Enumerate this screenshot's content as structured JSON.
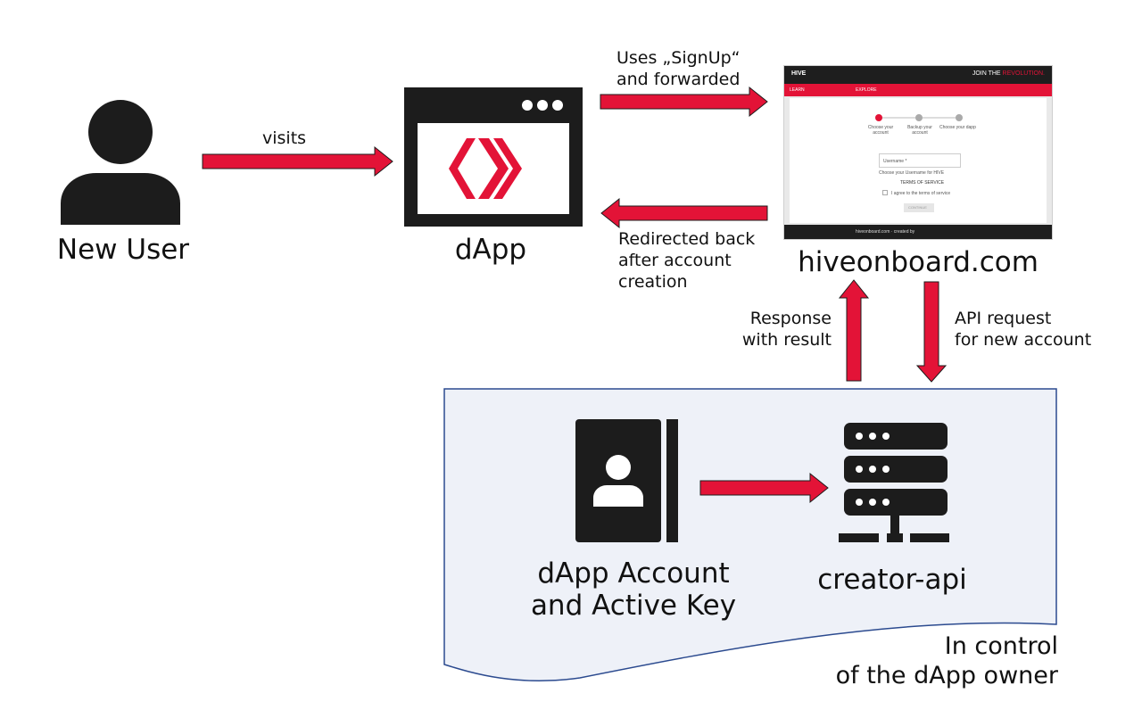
{
  "nodes": {
    "new_user": "New User",
    "dapp": "dApp",
    "hiveonboard": "hiveonboard.com",
    "account": "dApp Account\nand Active Key",
    "creator_api": "creator-api"
  },
  "edges": {
    "visits": "visits",
    "signup": "Uses „SignUp“\nand forwarded",
    "redirected": "Redirected back\nafter account\ncreation",
    "response": "Response\nwith result",
    "api_request": "API request\nfor new account"
  },
  "region_label": "In control\nof the dApp owner",
  "screenshot": {
    "brand": "HIVE",
    "tagline_prefix": "JOIN THE ",
    "tagline_accent": "REVOLUTION.",
    "nav": [
      "LEARN",
      "EXPLORE"
    ],
    "steps": [
      "Choose your account",
      "Backup your account",
      "Choose your dapp"
    ],
    "username_placeholder": "Username *",
    "username_hint": "Choose your Username for HIVE",
    "terms_heading": "TERMS OF SERVICE",
    "terms_checkbox": "I agree to the terms of service",
    "continue": "CONTINUE",
    "footer": "hiveonboard.com · created by"
  },
  "colors": {
    "arrow": "#e31337",
    "icon": "#1c1c1c",
    "region_fill": "#eef1f8",
    "region_stroke": "#2b4a8f"
  }
}
